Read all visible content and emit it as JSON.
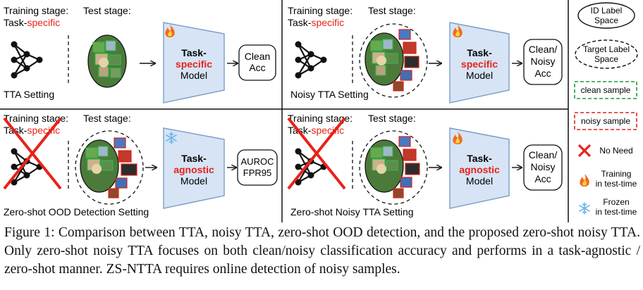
{
  "panels": {
    "tta": {
      "training_stage": "Training stage:",
      "task_prefix": "Task-",
      "task_suffix": "specific",
      "test_stage": "Test stage:",
      "model_line1": "Task-",
      "model_line2": "specific",
      "model_line3": "Model",
      "output_line1": "Clean",
      "output_line2": "Acc",
      "setting": "TTA Setting"
    },
    "noisy_tta": {
      "training_stage": "Training stage:",
      "task_prefix": "Task-",
      "task_suffix": "specific",
      "test_stage": "Test stage:",
      "model_line1": "Task-",
      "model_line2": "specific",
      "model_line3": "Model",
      "output_line1": "Clean/",
      "output_line2": "Noisy",
      "output_line3": "Acc",
      "setting": "Noisy TTA Setting"
    },
    "zs_ood": {
      "training_stage": "Training stage:",
      "task_prefix": "Task-",
      "task_suffix": "specific",
      "test_stage": "Test stage:",
      "model_line1": "Task-",
      "model_line2": "agnostic",
      "model_line3": "Model",
      "output_line1": "AUROC",
      "output_line2": "FPR95",
      "setting": "Zero-shot OOD Detection Setting"
    },
    "zs_ntta": {
      "training_stage": "Training stage:",
      "task_prefix": "Task-",
      "task_suffix": "specific",
      "test_stage": "Test stage:",
      "model_line1": "Task-",
      "model_line2": "agnostic",
      "model_line3": "Model",
      "output_line1": "Clean/",
      "output_line2": "Noisy",
      "output_line3": "Acc",
      "setting": "Zero-shot Noisy TTA Setting"
    }
  },
  "legend": {
    "id_label_line1": "ID Label",
    "id_label_line2": "Space",
    "target_label_line1": "Target Label",
    "target_label_line2": "Space",
    "clean_sample": "clean sample",
    "noisy_sample": "noisy sample",
    "no_need": "No Need",
    "training_line1": "Training",
    "training_line2": "in test-time",
    "frozen_line1": "Frozen",
    "frozen_line2": "in test-time"
  },
  "colors": {
    "accent_red": "#e8221a",
    "model_fill": "#d6e4f5",
    "model_stroke": "#7a9cc8",
    "clean_green": "#1f9a3a",
    "noisy_red": "#d9241c"
  },
  "caption": "Figure 1: Comparison between TTA, noisy TTA, zero-shot OOD detection, and the proposed zero-shot noisy TTA. Only zero-shot noisy TTA focuses on both clean/noisy classification accuracy and performs in a task-agnostic / zero-shot manner. ZS-NTTA requires online detection of noisy samples."
}
